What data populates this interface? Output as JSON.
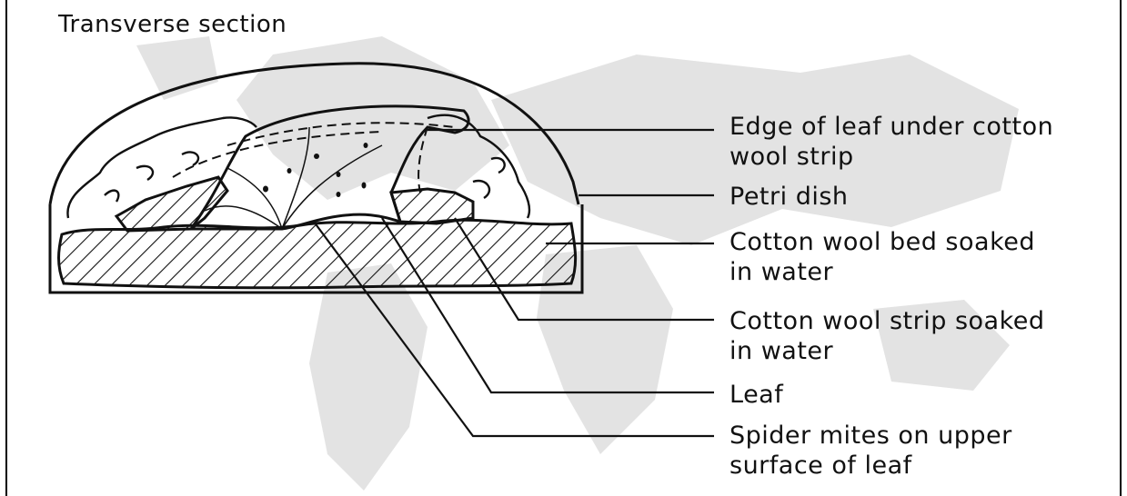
{
  "figure": {
    "title": "Transverse section"
  },
  "labels": {
    "edge_of_leaf": [
      "Edge of leaf under cotton",
      "wool strip"
    ],
    "petri_dish": [
      "Petri dish"
    ],
    "cotton_bed": [
      "Cotton wool bed soaked",
      "in water"
    ],
    "cotton_strip": [
      "Cotton wool strip soaked",
      "in water"
    ],
    "leaf": [
      "Leaf"
    ],
    "spider_mites": [
      "Spider mites on upper",
      "surface of leaf"
    ]
  },
  "colors": {
    "ink": "#111111",
    "watermark": "#dcdcdc",
    "background": "#ffffff"
  }
}
